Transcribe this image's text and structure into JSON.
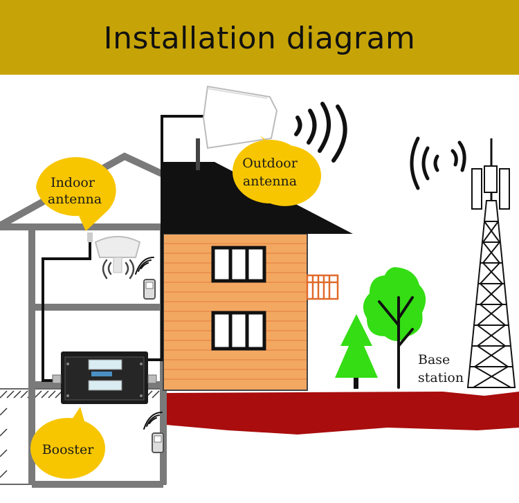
{
  "title": "Installation diagram",
  "callouts": {
    "indoor_antenna": [
      "Indoor",
      "antenna"
    ],
    "outdoor_antenna": [
      "Outdoor",
      "antenna"
    ],
    "booster": "Booster"
  },
  "base_station": [
    "Base",
    "station"
  ],
  "colors": {
    "banner": "#c6a408",
    "callout": "#f7c600",
    "brick": "#f3a862",
    "ground": "#a90d0d",
    "roof": "#111111",
    "tree": "#34dd14",
    "house_outline": "#7a7a7a"
  }
}
